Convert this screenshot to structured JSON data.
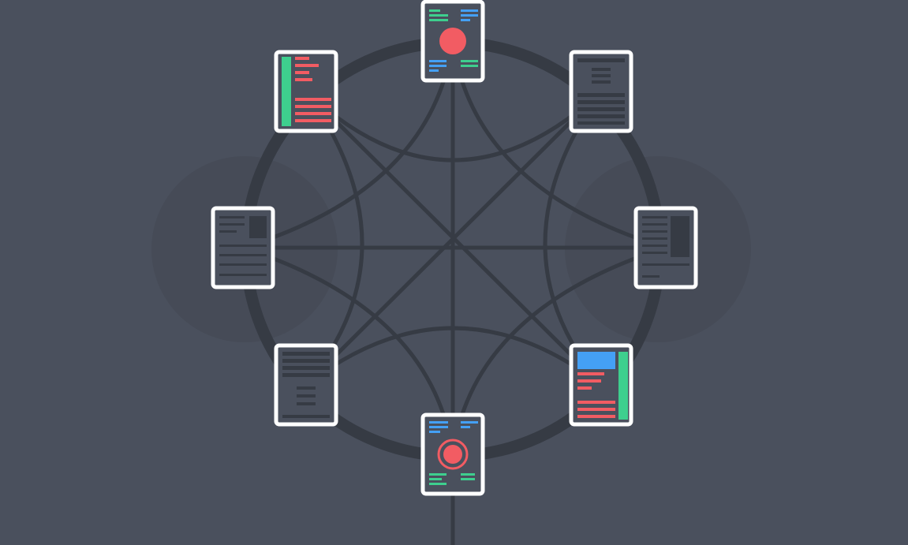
{
  "colors": {
    "background": "#4a505d",
    "blob": "#464b57",
    "lines": "#363b44",
    "card_border": "#ffffff",
    "card_fill": "#4a505d",
    "red": "#f25c63",
    "green": "#3ecf8e",
    "blue": "#44a0f5",
    "dark_bar": "#363b44"
  },
  "diagram": {
    "nodes": [
      {
        "id": "top",
        "name": "document-top",
        "style": "circle-layout"
      },
      {
        "id": "top-right",
        "name": "document-top-right",
        "style": "centered-text"
      },
      {
        "id": "right",
        "name": "document-right",
        "style": "text-with-side-image"
      },
      {
        "id": "bottom-right",
        "name": "document-bottom-right",
        "style": "header-block-sidebar"
      },
      {
        "id": "bottom",
        "name": "document-bottom",
        "style": "ring-layout"
      },
      {
        "id": "bottom-left",
        "name": "document-bottom-left",
        "style": "text-centered-footer"
      },
      {
        "id": "left",
        "name": "document-left",
        "style": "text-with-side-image"
      },
      {
        "id": "top-left",
        "name": "document-top-left",
        "style": "sidebar-left-red"
      }
    ],
    "links": [
      [
        "top",
        "bottom"
      ],
      [
        "left",
        "right"
      ],
      [
        "top-left",
        "bottom-right"
      ],
      [
        "top-right",
        "bottom-left"
      ],
      [
        "top",
        "top-right"
      ],
      [
        "top-right",
        "right"
      ],
      [
        "right",
        "bottom-right"
      ],
      [
        "bottom-right",
        "bottom"
      ],
      [
        "bottom",
        "bottom-left"
      ],
      [
        "bottom-left",
        "left"
      ],
      [
        "left",
        "top-left"
      ],
      [
        "top-left",
        "top"
      ],
      [
        "top",
        "right"
      ],
      [
        "top",
        "left"
      ],
      [
        "bottom",
        "right"
      ],
      [
        "bottom",
        "left"
      ],
      [
        "top-left",
        "top-right"
      ],
      [
        "bottom-left",
        "bottom-right"
      ],
      [
        "top-left",
        "bottom-left"
      ],
      [
        "top-right",
        "bottom-right"
      ]
    ]
  }
}
